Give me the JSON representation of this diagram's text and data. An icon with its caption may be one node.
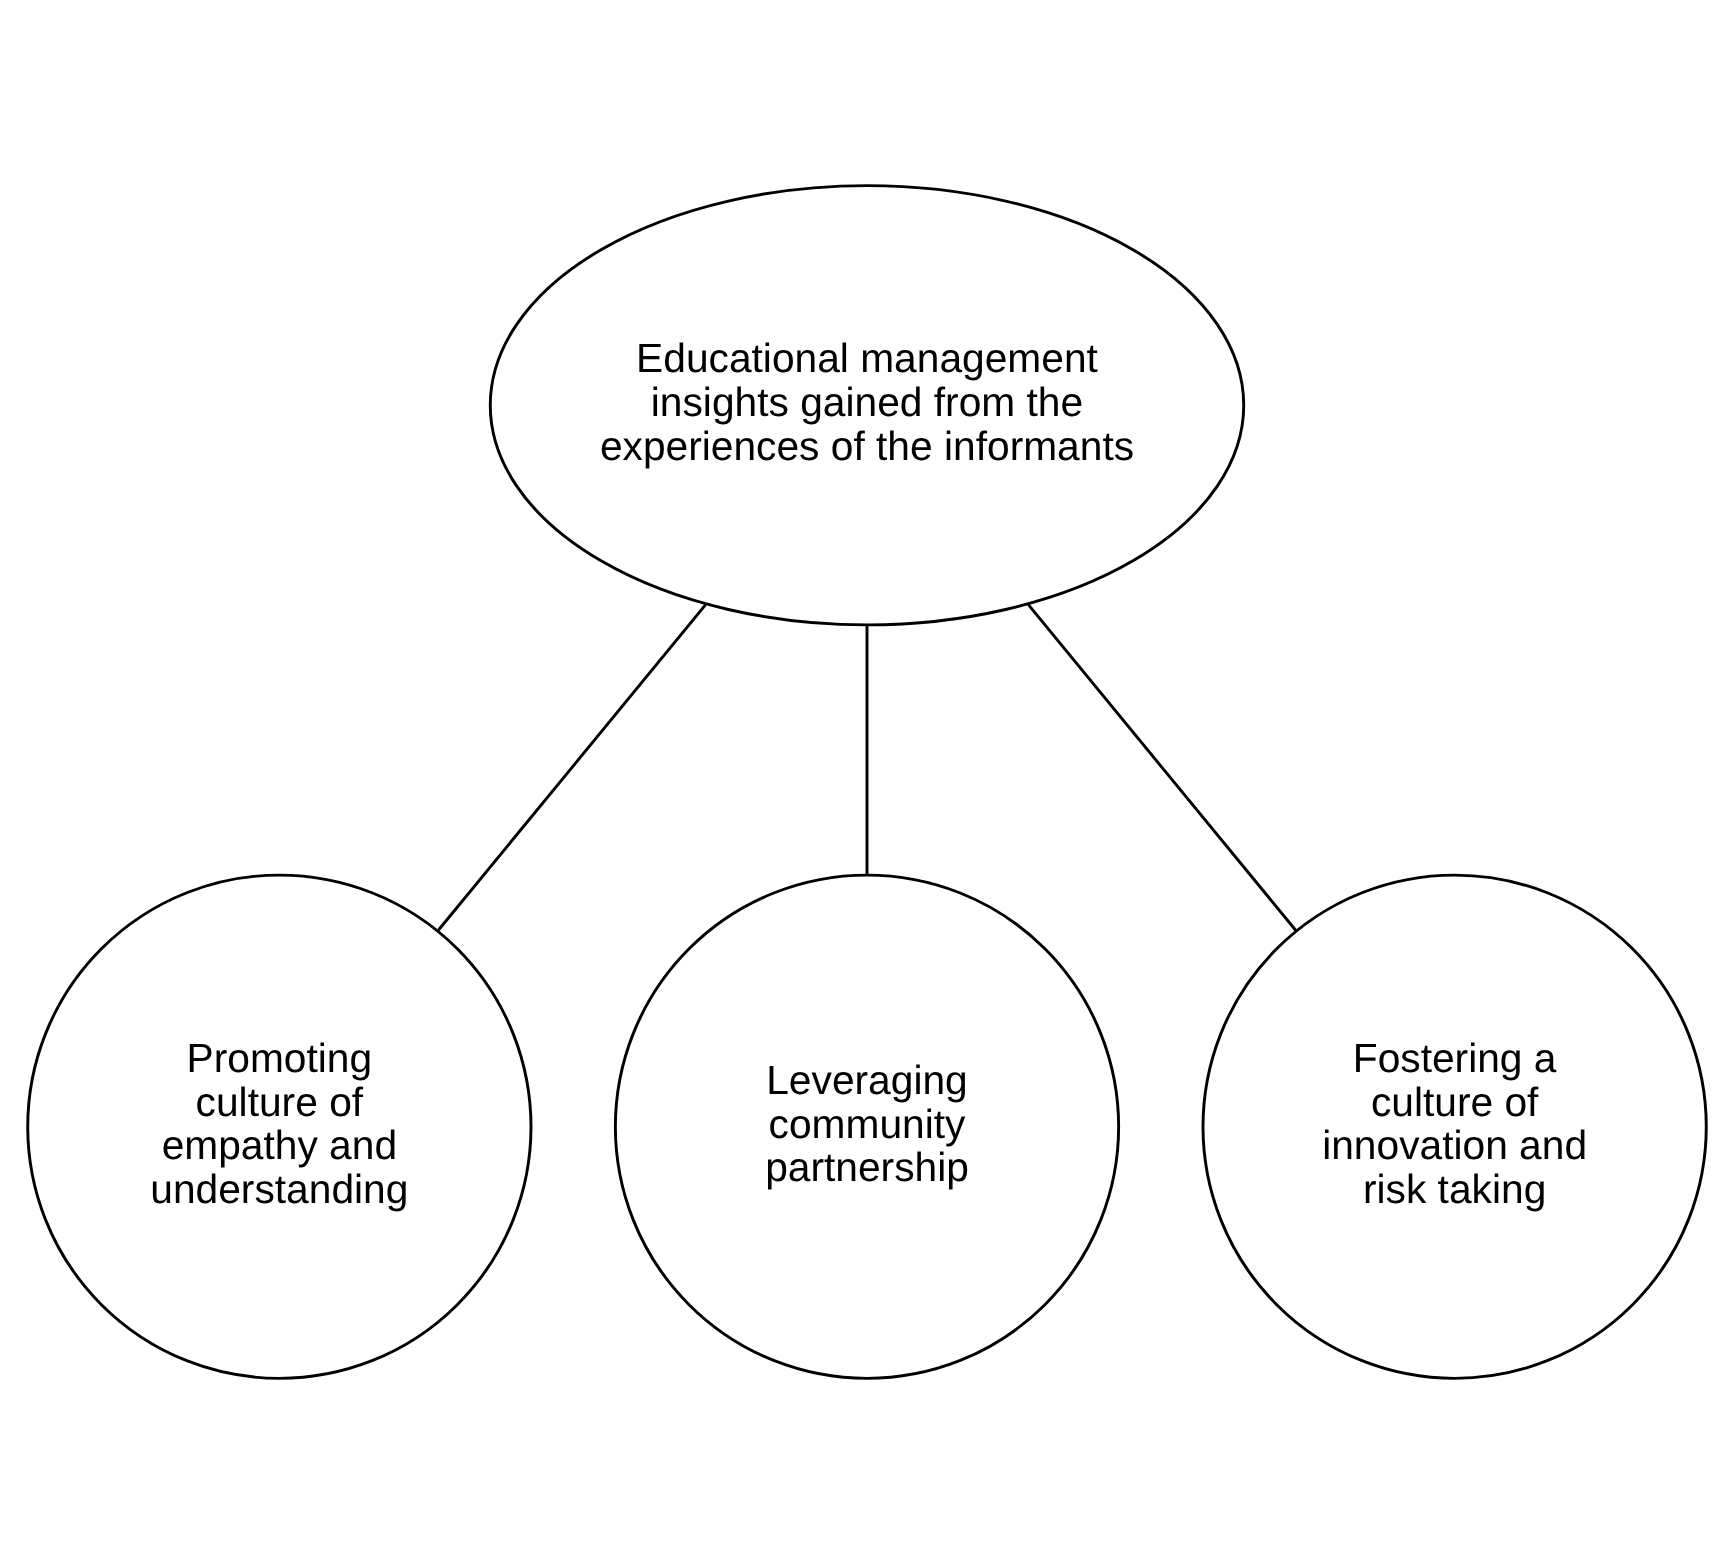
{
  "diagram": {
    "nodes": [
      {
        "text": [
          "Educational management insights gained from the experiences of the informants"
        ]
      },
      {
        "text": [
          "Promoting culture of empathy and understanding"
        ]
      },
      {
        "text": [
          "Leveraging community partnership"
        ]
      },
      {
        "text": [
          "Fostering a culture of innovation and risk taking"
        ]
      }
    ],
    "edges": [
      {
        "from": 0,
        "to": 1,
        "arrow": "none"
      },
      {
        "from": 0,
        "to": 2,
        "arrow": "none"
      },
      {
        "from": 0,
        "to": 3,
        "arrow": "none"
      }
    ]
  }
}
